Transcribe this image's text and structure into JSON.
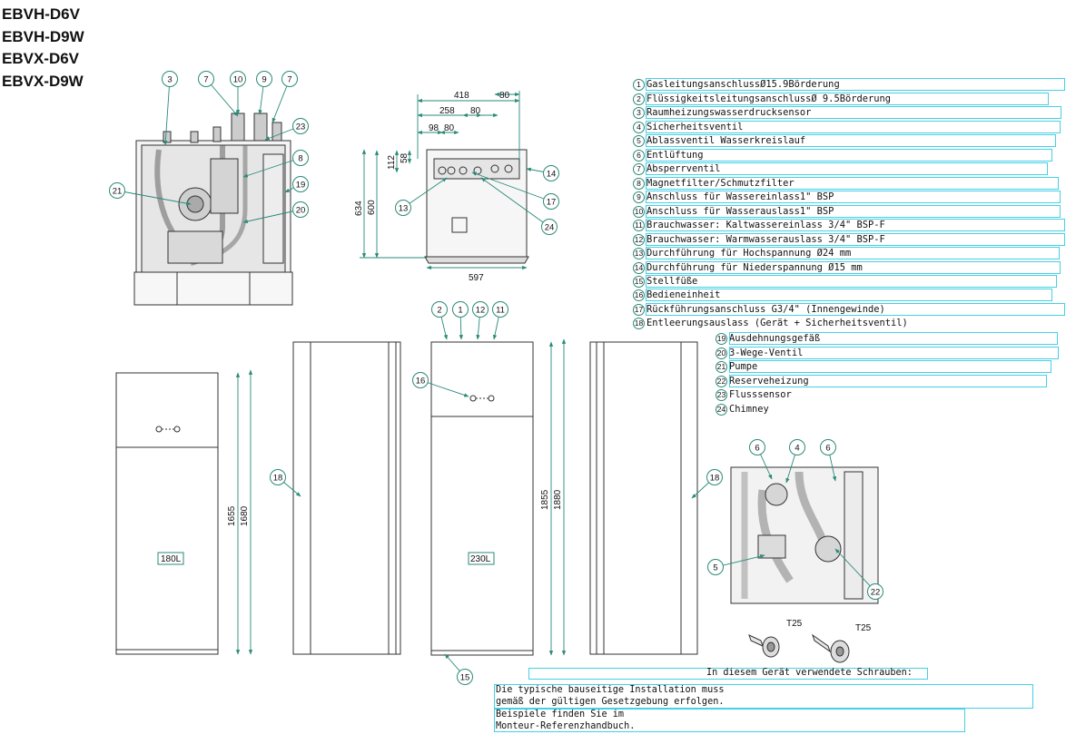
{
  "models": [
    "EBVH-D6V",
    "EBVH-D9W",
    "EBVX-D6V",
    "EBVX-D9W"
  ],
  "legend": [
    {
      "n": "1",
      "text": "GasleitungsanschlussØ15.9Börderung"
    },
    {
      "n": "2",
      "text": "FlüssigkeitsleitungsanschlussØ 9.5Börderung"
    },
    {
      "n": "3",
      "text": "Raumheizungswasserdrucksensor"
    },
    {
      "n": "4",
      "text": "Sicherheitsventil"
    },
    {
      "n": "5",
      "text": "Ablassventil Wasserkreislauf"
    },
    {
      "n": "6",
      "text": "Entlüftung"
    },
    {
      "n": "7",
      "text": "Absperrventil"
    },
    {
      "n": "8",
      "text": "Magnetfilter/Schmutzfilter"
    },
    {
      "n": "9",
      "text": "Anschluss für Wassereinlass1\" BSP"
    },
    {
      "n": "10",
      "text": "Anschluss für Wasserauslass1\" BSP"
    },
    {
      "n": "11",
      "text": "Brauchwasser: Kaltwassereinlass 3/4\" BSP-F"
    },
    {
      "n": "12",
      "text": "Brauchwasser: Warmwasserauslass 3/4\" BSP-F"
    },
    {
      "n": "13",
      "text": "Durchführung für Hochspannung Ø24 mm"
    },
    {
      "n": "14",
      "text": "Durchführung für Niederspannung Ø15 mm"
    },
    {
      "n": "15",
      "text": "Stellfüße"
    },
    {
      "n": "16",
      "text": "Bedieneinheit"
    },
    {
      "n": "17",
      "text": "Rückführungsanschluss G3/4\" (Innengewinde)"
    },
    {
      "n": "18",
      "text": "Entleerungsauslass (Gerät + Sicherheitsventil)"
    },
    {
      "n": "19",
      "text": "Ausdehnungsgefäß"
    },
    {
      "n": "20",
      "text": "3-Wege-Ventil"
    },
    {
      "n": "21",
      "text": "Pumpe"
    },
    {
      "n": "22",
      "text": "Reserveheizung"
    },
    {
      "n": "23",
      "text": "Flusssensor"
    },
    {
      "n": "24",
      "text": "Chimney"
    }
  ],
  "dimensions": {
    "top_width_418": "418",
    "top_80a": "80",
    "top_258": "258",
    "top_80b": "80",
    "top_98": "98",
    "top_80c": "80",
    "height_634": "634",
    "height_600": "600",
    "height_112": "112",
    "height_58": "58",
    "width_597": "597",
    "h1655": "1655",
    "h1680": "1680",
    "h1855": "1855",
    "h1880": "1880"
  },
  "tanks": {
    "small": "180L",
    "large": "230L"
  },
  "screw_label_1": "T25",
  "screw_label_2": "T25",
  "screws_caption": "In diesem Gerät verwendete Schrauben:",
  "notes": [
    {
      "line1": "Die typische bauseitige Installation muss",
      "line2": "gemäß der gültigen Gesetzgebung erfolgen."
    },
    {
      "line1": "Beispiele finden Sie im",
      "line2": "Monteur-Referenzhandbuch."
    }
  ],
  "colors": {
    "teal": "#2a8a78",
    "cyan_box": "#44d0e6",
    "line": "#333333"
  }
}
